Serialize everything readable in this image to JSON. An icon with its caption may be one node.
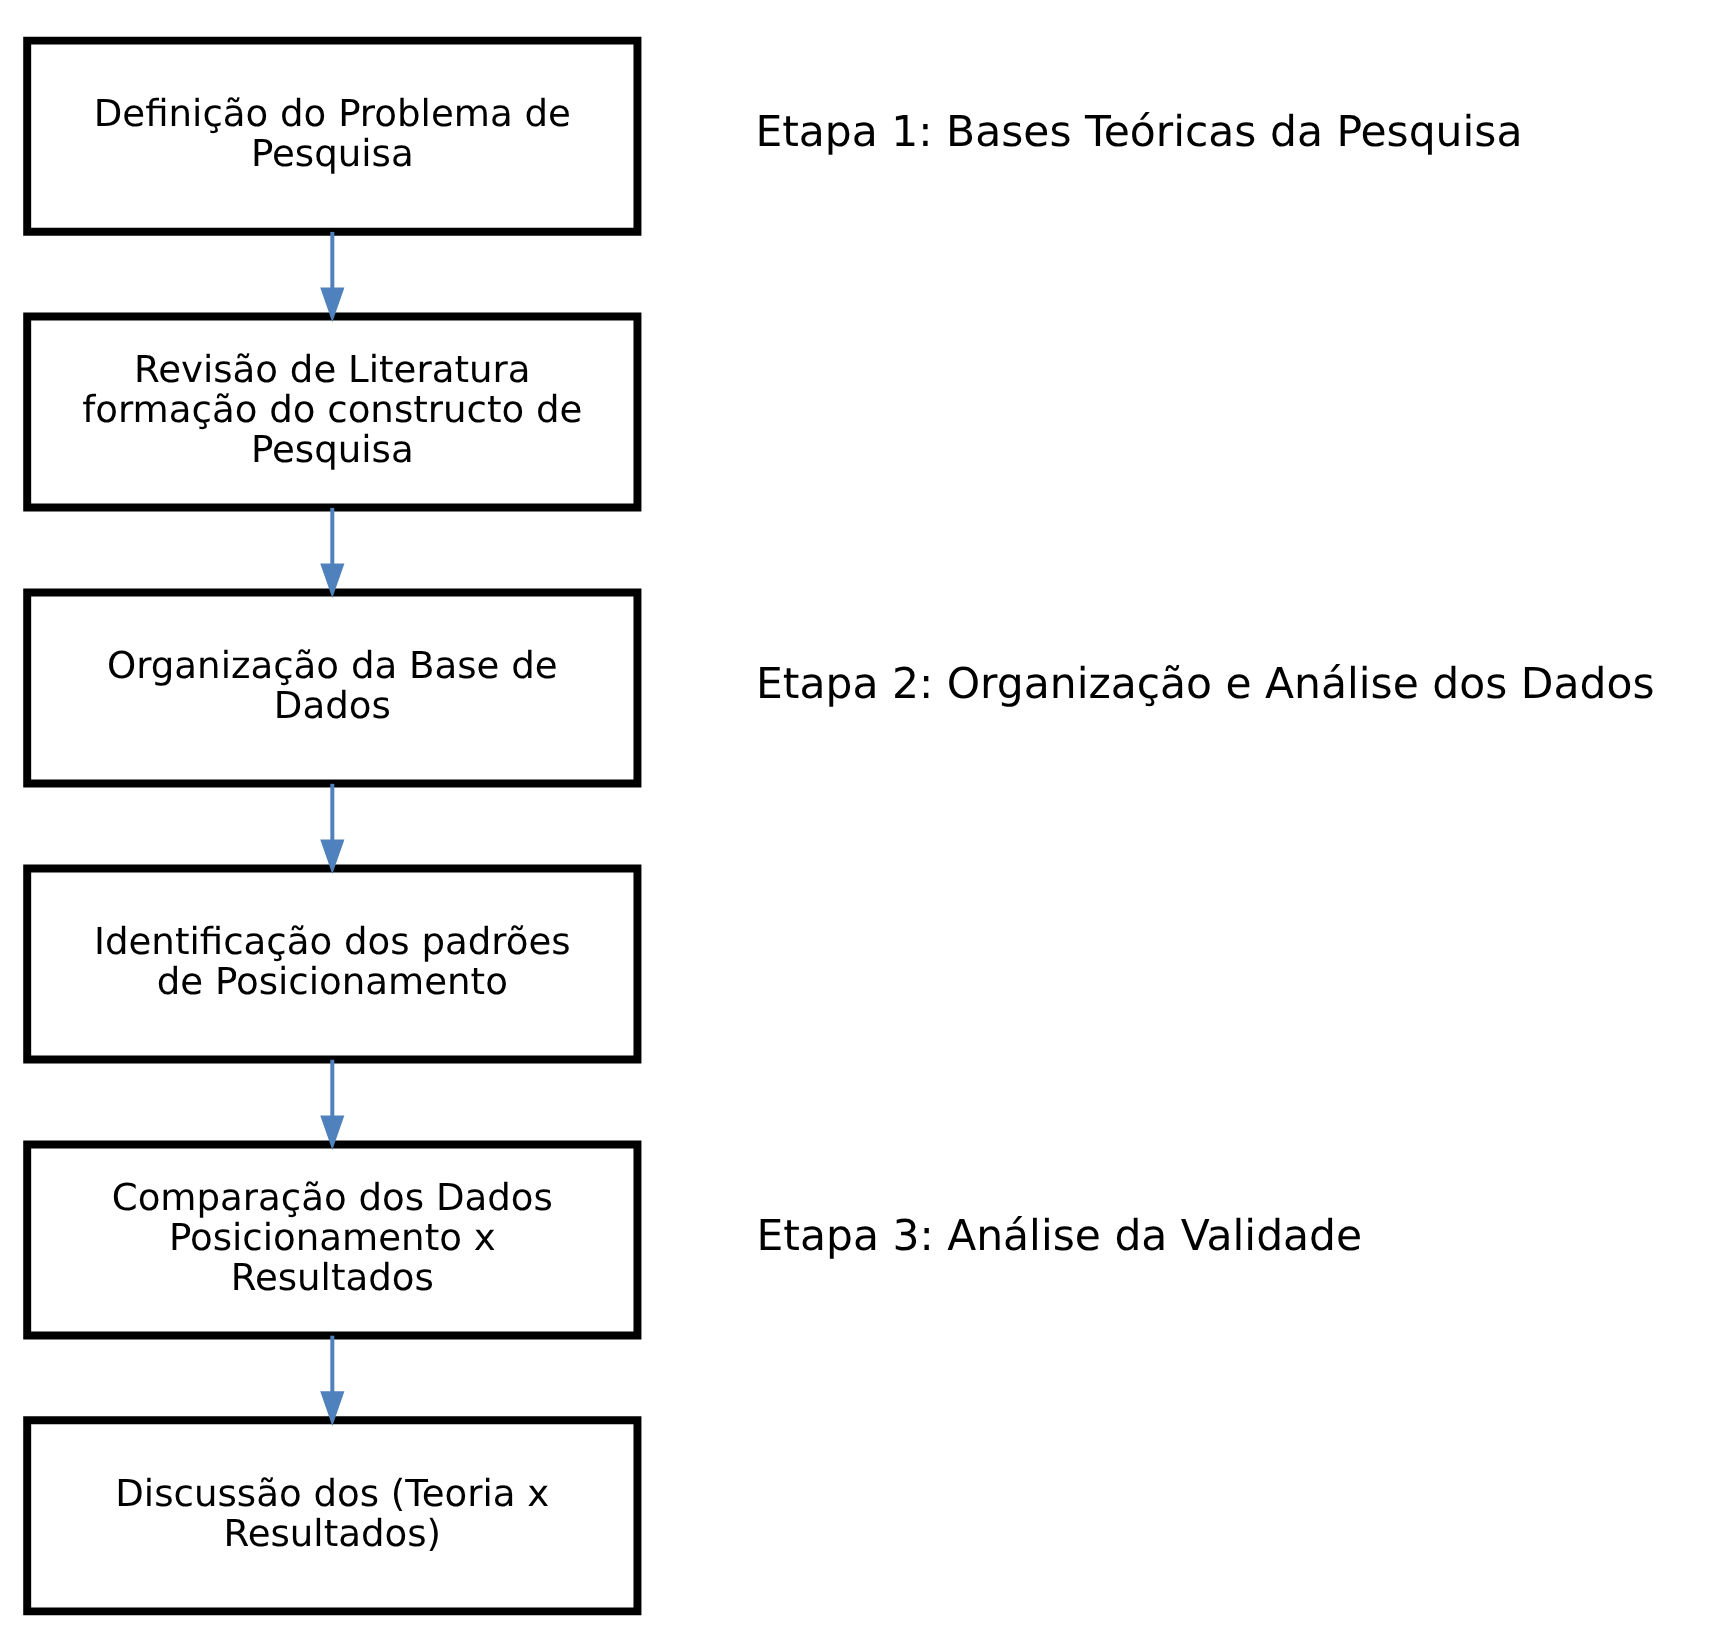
{
  "diagram": {
    "nodes": [
      {
        "text": [
          "Definição do Problema de Pesquisa"
        ]
      },
      {
        "text": [
          "Revisão de Literatura formação do constructo de Pesquisa"
        ]
      },
      {
        "text": [
          "Organização da Base de Dados"
        ]
      },
      {
        "text": [
          "Identificação dos padrões de Posicionamento"
        ]
      },
      {
        "text": [
          "Comparação dos Dados Posicionamento x Resultados"
        ]
      },
      {
        "text": [
          "Discussão dos (Teoria x Resultados)"
        ]
      }
    ],
    "edges": [
      {
        "from": 0,
        "to": 1,
        "arrow": "to"
      },
      {
        "from": 1,
        "to": 2,
        "arrow": "to"
      },
      {
        "from": 2,
        "to": 3,
        "arrow": "to"
      },
      {
        "from": 3,
        "to": 4,
        "arrow": "to"
      },
      {
        "from": 4,
        "to": 5,
        "arrow": "to"
      }
    ],
    "labels": [
      "Etapa 1: Bases Teóricas da Pesquisa",
      "Etapa 2: Organização e Análise dos Dados",
      "Etapa 3: Análise da Validade"
    ]
  }
}
